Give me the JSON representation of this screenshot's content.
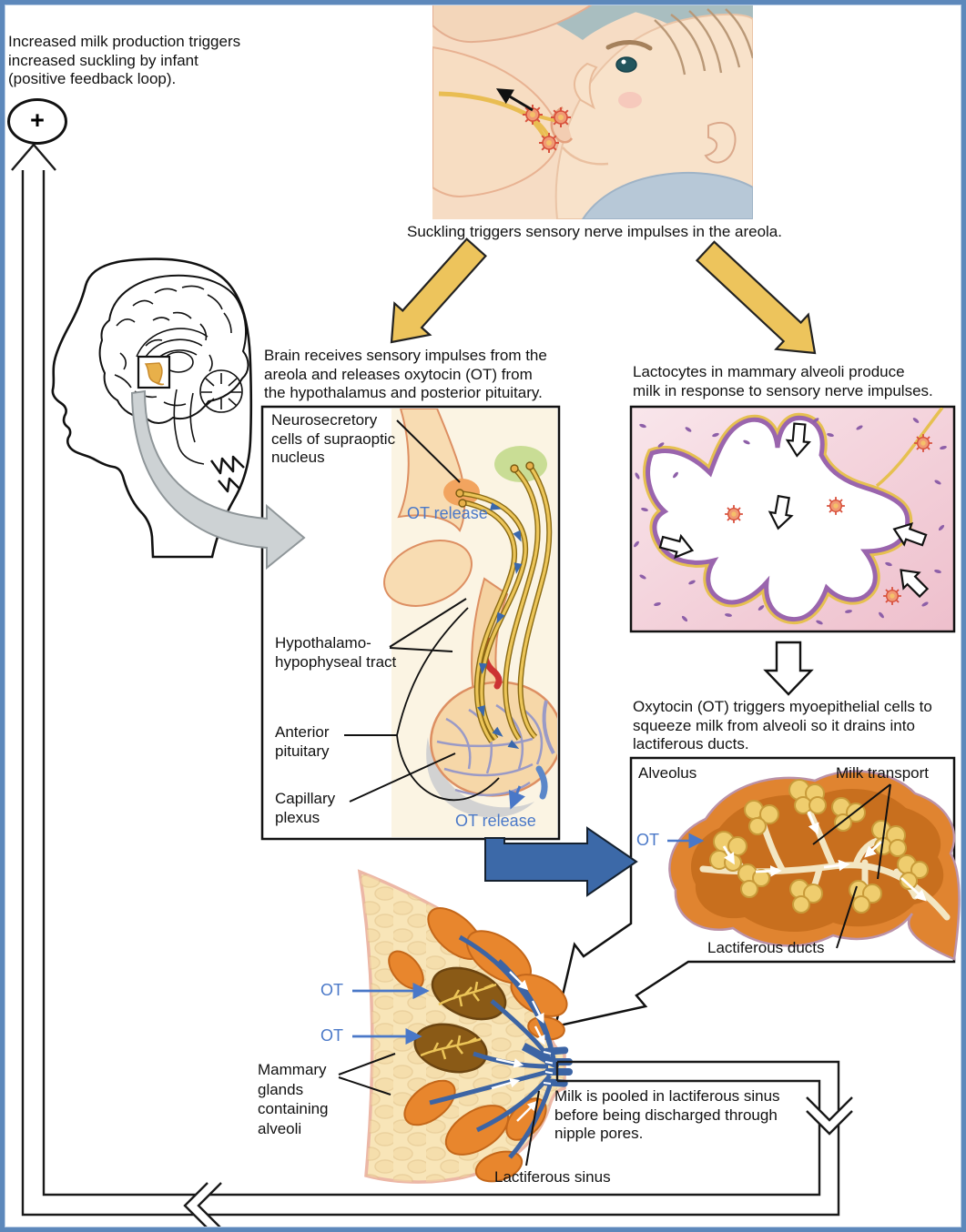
{
  "colors": {
    "frame_blue": "#5d88bb",
    "label_blue": "#4a78c8",
    "arrow_yellow": "#edc45c",
    "arrow_blue": "#3c69a8",
    "loop_line": "#1a1a1a"
  },
  "feedback_loop": {
    "caption_lines": [
      "Increased milk production triggers",
      "increased suckling by infant",
      "(positive feedback loop)."
    ],
    "plus_symbol": "+"
  },
  "suckling": {
    "caption": "Suckling triggers sensory nerve impulses in the areola."
  },
  "brain_step": {
    "caption_lines": [
      "Brain receives sensory impulses from the",
      "areola and releases oxytocin (OT) from",
      "the hypothalamus and posterior pituitary."
    ]
  },
  "pituitary_panel": {
    "neurosecretory_label_lines": [
      "Neurosecretory",
      "cells of supraoptic",
      "nucleus"
    ],
    "ot_release_top": "OT release",
    "tract_label_lines": [
      "Hypothalamo-",
      "hypophyseal tract"
    ],
    "anterior_label_lines": [
      "Anterior",
      "pituitary"
    ],
    "capillary_label_lines": [
      "Capillary",
      "plexus"
    ],
    "ot_release_bottom": "OT release"
  },
  "lactocytes_step": {
    "caption_lines": [
      "Lactocytes in mammary alveoli produce",
      "milk in response to sensory nerve impulses."
    ]
  },
  "oxytocin_step": {
    "caption_lines": [
      "Oxytocin (OT) triggers myoepithelial cells to",
      "squeeze milk from alveoli so it drains into",
      "lactiferous ducts."
    ]
  },
  "alveolus_panel": {
    "alveolus_label": "Alveolus",
    "milk_transport_label": "Milk transport",
    "ot_label": "OT",
    "lactiferous_ducts_label": "Lactiferous ducts"
  },
  "breast_panel": {
    "ot_label_1": "OT",
    "ot_label_2": "OT",
    "mammary_label_lines": [
      "Mammary",
      "glands",
      "containing",
      "alveoli"
    ],
    "lactiferous_sinus_label": "Lactiferous sinus"
  },
  "milk_pooled_step": {
    "caption_lines": [
      "Milk is pooled in lactiferous sinus",
      "before being discharged through",
      "nipple pores."
    ]
  }
}
